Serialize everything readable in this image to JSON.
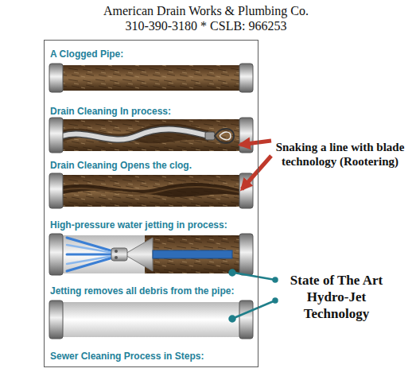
{
  "diagram": {
    "title": "American Drain Works & Plumbing Co.",
    "nodes": [
      {
        "text": [
          "A Clogged Pipe:",
          "Drain Cleaning In process:",
          "Drain Cleaning Opens the clog.",
          "High-pressure water jetting in process:",
          "Jetting removes all debris from the pipe:",
          "Sewer Cleaning Process in Steps:"
        ]
      }
    ],
    "labels": [
      "310-390-3180 * CSLB: 966253",
      "Snaking a line with blade technology (Rootering)",
      "State of The Art Hydro-Jet Technology"
    ]
  }
}
